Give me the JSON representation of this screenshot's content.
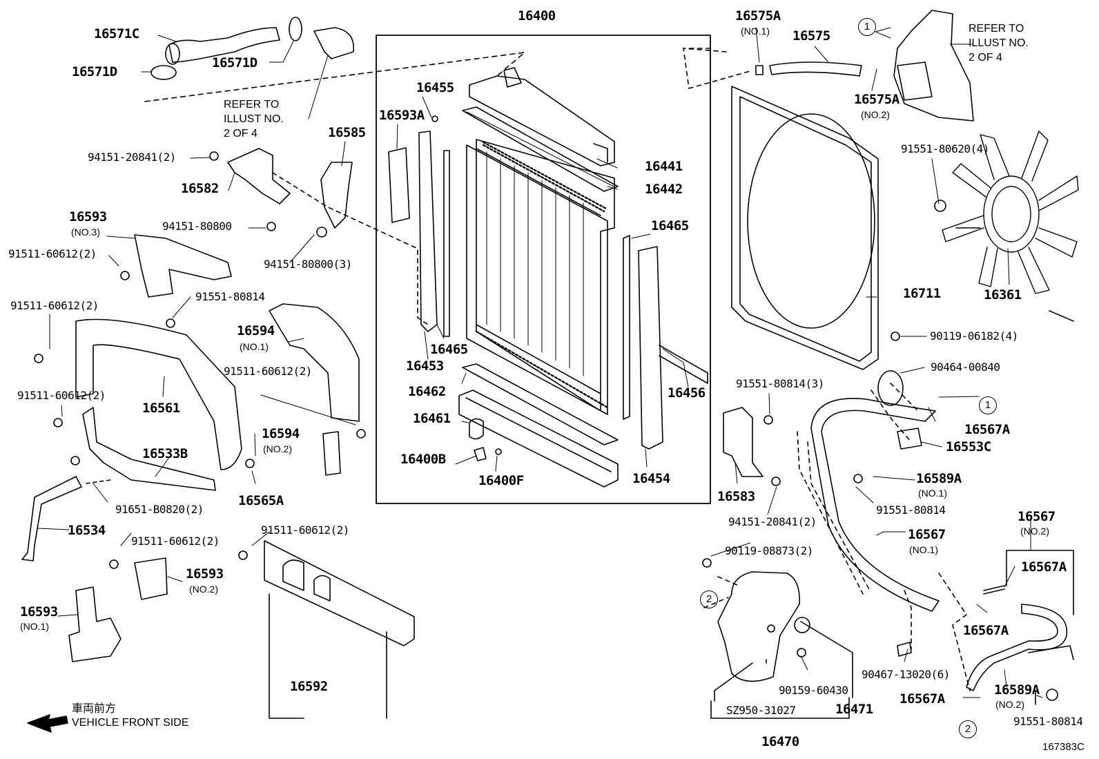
{
  "diagram": {
    "code": "167383C",
    "front_side": {
      "jp": "車両前方",
      "en": "VEHICLE FRONT SIDE"
    },
    "refer_note_left": [
      "REFER TO",
      "ILLUST NO.",
      "2 OF 4"
    ],
    "refer_note_right": [
      "REFER TO",
      "ILLUST NO.",
      "2 OF 4"
    ],
    "circle_1": "1",
    "circle_2": "2",
    "labels": [
      {
        "id": "16400",
        "text": "16400"
      },
      {
        "id": "16571C",
        "text": "16571C"
      },
      {
        "id": "16571D-a",
        "text": "16571D"
      },
      {
        "id": "16571D-b",
        "text": "16571D"
      },
      {
        "id": "16575A-1",
        "text": "16575A",
        "sub": "(NO.1)"
      },
      {
        "id": "16575",
        "text": "16575"
      },
      {
        "id": "16575A-2",
        "text": "16575A",
        "sub": "(NO.2)"
      },
      {
        "id": "16455",
        "text": "16455"
      },
      {
        "id": "16593A",
        "text": "16593A"
      },
      {
        "id": "16585",
        "text": "16585"
      },
      {
        "id": "94151-20841-a",
        "text": "94151-20841(2)"
      },
      {
        "id": "16582",
        "text": "16582"
      },
      {
        "id": "16441",
        "text": "16441"
      },
      {
        "id": "16442",
        "text": "16442"
      },
      {
        "id": "91551-80620",
        "text": "91551-80620(4)"
      },
      {
        "id": "94151-80800-a",
        "text": "94151-80800"
      },
      {
        "id": "16593-3",
        "text": "16593",
        "sub": "(NO.3)"
      },
      {
        "id": "91511-60612-a",
        "text": "91511-60612(2)"
      },
      {
        "id": "94151-80800-b",
        "text": "94151-80800(3)"
      },
      {
        "id": "16465-a",
        "text": "16465"
      },
      {
        "id": "16711",
        "text": "16711"
      },
      {
        "id": "16361",
        "text": "16361"
      },
      {
        "id": "91551-80814-a",
        "text": "91551-80814"
      },
      {
        "id": "91511-60612-b",
        "text": "91511-60612(2)"
      },
      {
        "id": "16594-1",
        "text": "16594",
        "sub": "(NO.1)"
      },
      {
        "id": "16465-b",
        "text": "16465"
      },
      {
        "id": "16453",
        "text": "16453"
      },
      {
        "id": "90119-06182",
        "text": "90119-06182(4)"
      },
      {
        "id": "90464-00840",
        "text": "90464-00840"
      },
      {
        "id": "91511-60612-c",
        "text": "91511-60612(2)"
      },
      {
        "id": "16462",
        "text": "16462"
      },
      {
        "id": "16456",
        "text": "16456"
      },
      {
        "id": "91551-80814-b",
        "text": "91551-80814(3)"
      },
      {
        "id": "16561",
        "text": "16561"
      },
      {
        "id": "91511-60612-d",
        "text": "91511-60612(2)"
      },
      {
        "id": "16461",
        "text": "16461"
      },
      {
        "id": "16567A-a",
        "text": "16567A"
      },
      {
        "id": "16594-2",
        "text": "16594",
        "sub": "(NO.2)"
      },
      {
        "id": "16553C",
        "text": "16553C"
      },
      {
        "id": "16533B",
        "text": "16533B"
      },
      {
        "id": "16400B",
        "text": "16400B"
      },
      {
        "id": "16400F",
        "text": "16400F"
      },
      {
        "id": "16454",
        "text": "16454"
      },
      {
        "id": "16589A-1",
        "text": "16589A",
        "sub": "(NO.1)"
      },
      {
        "id": "16565A",
        "text": "16565A"
      },
      {
        "id": "16583",
        "text": "16583"
      },
      {
        "id": "91551-80814-c",
        "text": "91551-80814"
      },
      {
        "id": "91651-B0820",
        "text": "91651-B0820(2)"
      },
      {
        "id": "94151-20841-b",
        "text": "94151-20841(2)"
      },
      {
        "id": "16567-2",
        "text": "16567",
        "sub": "(NO.2)"
      },
      {
        "id": "16534",
        "text": "16534"
      },
      {
        "id": "16567-1",
        "text": "16567",
        "sub": "(NO.1)"
      },
      {
        "id": "91511-60612-e",
        "text": "91511-60612(2)"
      },
      {
        "id": "91511-60612-f",
        "text": "91511-60612(2)"
      },
      {
        "id": "90119-08873",
        "text": "90119-08873(2)"
      },
      {
        "id": "16567A-b",
        "text": "16567A"
      },
      {
        "id": "16593-2",
        "text": "16593",
        "sub": "(NO.2)"
      },
      {
        "id": "16567A-c",
        "text": "16567A"
      },
      {
        "id": "16593-1",
        "text": "16593",
        "sub": "(NO.1)"
      },
      {
        "id": "90159-60430",
        "text": "90159-60430"
      },
      {
        "id": "90467-13020",
        "text": "90467-13020(6)"
      },
      {
        "id": "16589A-2",
        "text": "16589A",
        "sub": "(NO.2)"
      },
      {
        "id": "16592",
        "text": "16592"
      },
      {
        "id": "SZ950-31027",
        "text": "SZ950-31027"
      },
      {
        "id": "16471",
        "text": "16471"
      },
      {
        "id": "16567A-d",
        "text": "16567A"
      },
      {
        "id": "91551-80814-d",
        "text": "91551-80814"
      },
      {
        "id": "16470",
        "text": "16470"
      }
    ]
  }
}
